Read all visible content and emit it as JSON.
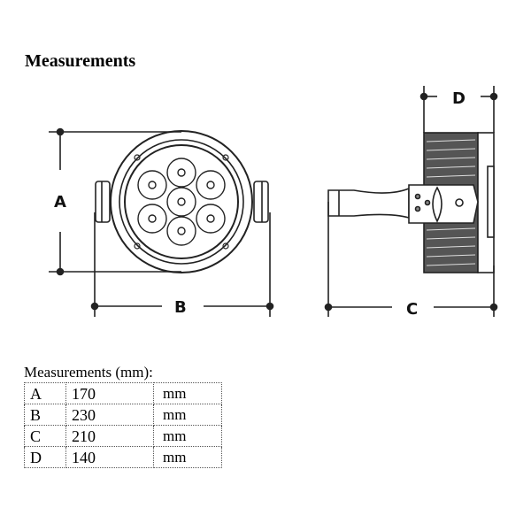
{
  "title": "Measurements",
  "diagram": {
    "labels": {
      "A": "A",
      "B": "B",
      "C": "C",
      "D": "D"
    }
  },
  "table": {
    "caption": "Measurements (mm):",
    "rows": [
      {
        "key": "A",
        "value": "170",
        "unit": "mm"
      },
      {
        "key": "B",
        "value": "230",
        "unit": "mm"
      },
      {
        "key": "C",
        "value": "210",
        "unit": "mm"
      },
      {
        "key": "D",
        "value": "140",
        "unit": "mm"
      }
    ]
  }
}
